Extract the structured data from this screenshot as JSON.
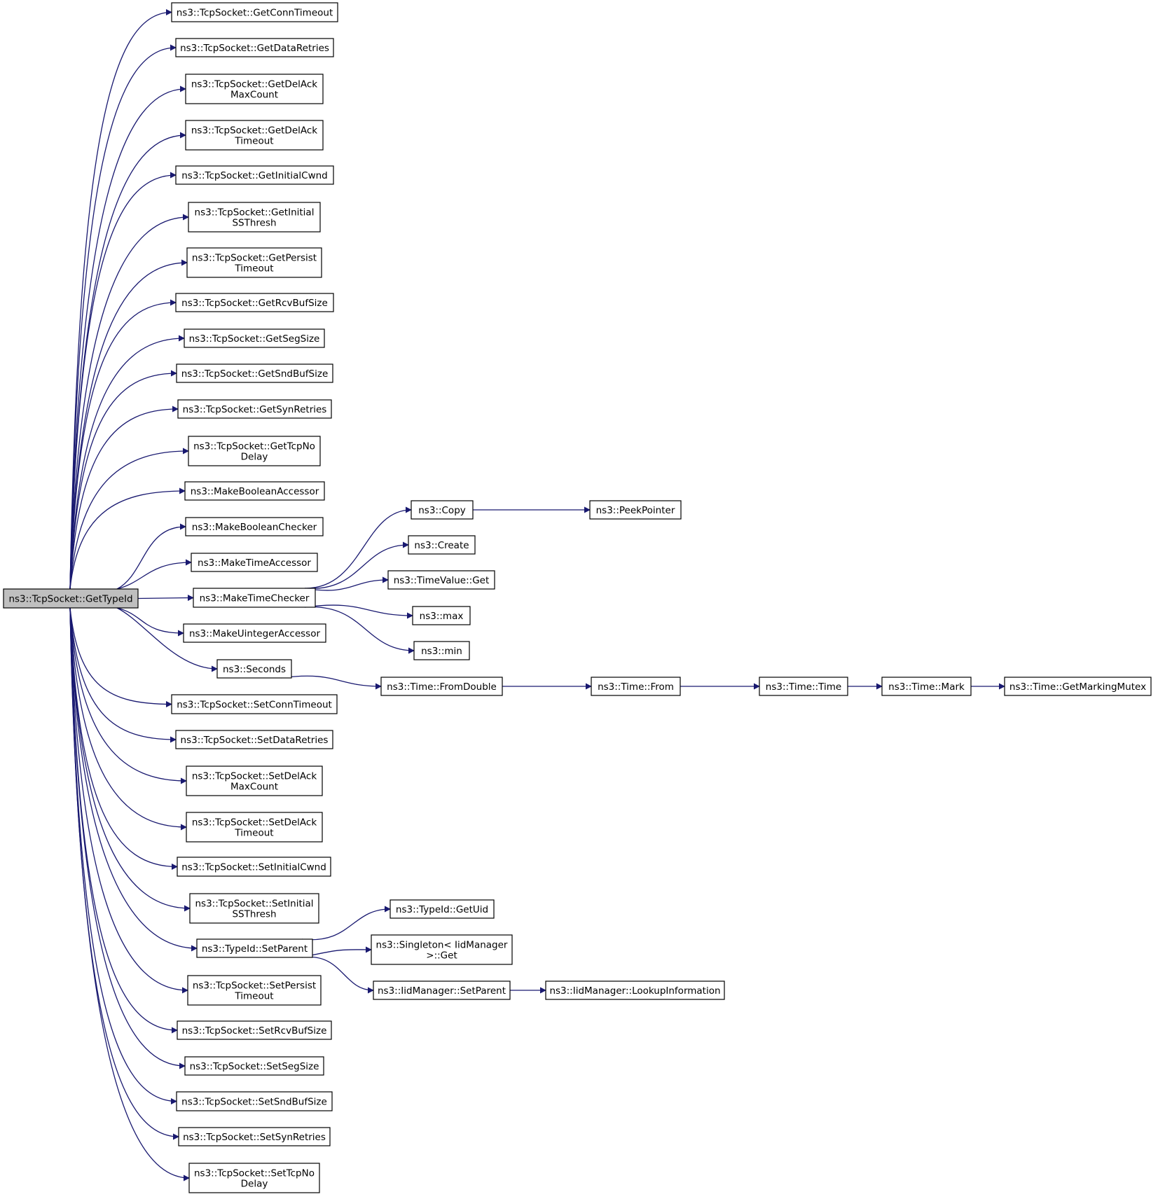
{
  "diagram": {
    "colors": {
      "edge": "#191970",
      "root_fill": "#bfbfbf",
      "node_fill": "#ffffff",
      "node_border": "#000000"
    },
    "nodes": [
      {
        "id": "root",
        "lines": [
          "ns3::TcpSocket::GetTypeId"
        ],
        "root": true
      },
      {
        "id": "n1",
        "lines": [
          "ns3::TcpSocket::GetConnTimeout"
        ]
      },
      {
        "id": "n2",
        "lines": [
          "ns3::TcpSocket::GetDataRetries"
        ]
      },
      {
        "id": "n3",
        "lines": [
          "ns3::TcpSocket::GetDelAck",
          "MaxCount"
        ]
      },
      {
        "id": "n4",
        "lines": [
          "ns3::TcpSocket::GetDelAck",
          "Timeout"
        ]
      },
      {
        "id": "n5",
        "lines": [
          "ns3::TcpSocket::GetInitialCwnd"
        ]
      },
      {
        "id": "n6",
        "lines": [
          "ns3::TcpSocket::GetInitial",
          "SSThresh"
        ]
      },
      {
        "id": "n7",
        "lines": [
          "ns3::TcpSocket::GetPersist",
          "Timeout"
        ]
      },
      {
        "id": "n8",
        "lines": [
          "ns3::TcpSocket::GetRcvBufSize"
        ]
      },
      {
        "id": "n9",
        "lines": [
          "ns3::TcpSocket::GetSegSize"
        ]
      },
      {
        "id": "n10",
        "lines": [
          "ns3::TcpSocket::GetSndBufSize"
        ]
      },
      {
        "id": "n11",
        "lines": [
          "ns3::TcpSocket::GetSynRetries"
        ]
      },
      {
        "id": "n12",
        "lines": [
          "ns3::TcpSocket::GetTcpNo",
          "Delay"
        ]
      },
      {
        "id": "n13",
        "lines": [
          "ns3::MakeBooleanAccessor"
        ]
      },
      {
        "id": "n14",
        "lines": [
          "ns3::MakeBooleanChecker"
        ]
      },
      {
        "id": "n15",
        "lines": [
          "ns3::MakeTimeAccessor"
        ]
      },
      {
        "id": "n16",
        "lines": [
          "ns3::MakeTimeChecker"
        ]
      },
      {
        "id": "n17",
        "lines": [
          "ns3::MakeUintegerAccessor"
        ]
      },
      {
        "id": "n18",
        "lines": [
          "ns3::Seconds"
        ]
      },
      {
        "id": "n19",
        "lines": [
          "ns3::TcpSocket::SetConnTimeout"
        ]
      },
      {
        "id": "n20",
        "lines": [
          "ns3::TcpSocket::SetDataRetries"
        ]
      },
      {
        "id": "n21",
        "lines": [
          "ns3::TcpSocket::SetDelAck",
          "MaxCount"
        ]
      },
      {
        "id": "n22",
        "lines": [
          "ns3::TcpSocket::SetDelAck",
          "Timeout"
        ]
      },
      {
        "id": "n23",
        "lines": [
          "ns3::TcpSocket::SetInitialCwnd"
        ]
      },
      {
        "id": "n24",
        "lines": [
          "ns3::TcpSocket::SetInitial",
          "SSThresh"
        ]
      },
      {
        "id": "n25",
        "lines": [
          "ns3::TypeId::SetParent"
        ]
      },
      {
        "id": "n26",
        "lines": [
          "ns3::TcpSocket::SetPersist",
          "Timeout"
        ]
      },
      {
        "id": "n27",
        "lines": [
          "ns3::TcpSocket::SetRcvBufSize"
        ]
      },
      {
        "id": "n28",
        "lines": [
          "ns3::TcpSocket::SetSegSize"
        ]
      },
      {
        "id": "n29",
        "lines": [
          "ns3::TcpSocket::SetSndBufSize"
        ]
      },
      {
        "id": "n30",
        "lines": [
          "ns3::TcpSocket::SetSynRetries"
        ]
      },
      {
        "id": "n31",
        "lines": [
          "ns3::TcpSocket::SetTcpNo",
          "Delay"
        ]
      },
      {
        "id": "c1",
        "lines": [
          "ns3::Copy"
        ]
      },
      {
        "id": "c2",
        "lines": [
          "ns3::PeekPointer"
        ]
      },
      {
        "id": "c3",
        "lines": [
          "ns3::Create"
        ]
      },
      {
        "id": "c4",
        "lines": [
          "ns3::TimeValue::Get"
        ]
      },
      {
        "id": "c5",
        "lines": [
          "ns3::max"
        ]
      },
      {
        "id": "c6",
        "lines": [
          "ns3::min"
        ]
      },
      {
        "id": "s1",
        "lines": [
          "ns3::Time::FromDouble"
        ]
      },
      {
        "id": "s2",
        "lines": [
          "ns3::Time::From"
        ]
      },
      {
        "id": "s3",
        "lines": [
          "ns3::Time::Time"
        ]
      },
      {
        "id": "s4",
        "lines": [
          "ns3::Time::Mark"
        ]
      },
      {
        "id": "s5",
        "lines": [
          "ns3::Time::GetMarkingMutex"
        ]
      },
      {
        "id": "p1",
        "lines": [
          "ns3::TypeId::GetUid"
        ]
      },
      {
        "id": "p2",
        "lines": [
          "ns3::Singleton< IidManager",
          " >::Get"
        ]
      },
      {
        "id": "p3",
        "lines": [
          "ns3::IidManager::SetParent"
        ]
      },
      {
        "id": "p4",
        "lines": [
          "ns3::IidManager::LookupInformation"
        ]
      }
    ],
    "edges": [
      [
        "root",
        "n1"
      ],
      [
        "root",
        "n2"
      ],
      [
        "root",
        "n3"
      ],
      [
        "root",
        "n4"
      ],
      [
        "root",
        "n5"
      ],
      [
        "root",
        "n6"
      ],
      [
        "root",
        "n7"
      ],
      [
        "root",
        "n8"
      ],
      [
        "root",
        "n9"
      ],
      [
        "root",
        "n10"
      ],
      [
        "root",
        "n11"
      ],
      [
        "root",
        "n12"
      ],
      [
        "root",
        "n13"
      ],
      [
        "root",
        "n14"
      ],
      [
        "root",
        "n15"
      ],
      [
        "root",
        "n16"
      ],
      [
        "root",
        "n17"
      ],
      [
        "root",
        "n18"
      ],
      [
        "root",
        "n19"
      ],
      [
        "root",
        "n20"
      ],
      [
        "root",
        "n21"
      ],
      [
        "root",
        "n22"
      ],
      [
        "root",
        "n23"
      ],
      [
        "root",
        "n24"
      ],
      [
        "root",
        "n25"
      ],
      [
        "root",
        "n26"
      ],
      [
        "root",
        "n27"
      ],
      [
        "root",
        "n28"
      ],
      [
        "root",
        "n29"
      ],
      [
        "root",
        "n30"
      ],
      [
        "root",
        "n31"
      ],
      [
        "n16",
        "c1"
      ],
      [
        "c1",
        "c2"
      ],
      [
        "n16",
        "c3"
      ],
      [
        "n16",
        "c4"
      ],
      [
        "n16",
        "c5"
      ],
      [
        "n16",
        "c6"
      ],
      [
        "n18",
        "s1"
      ],
      [
        "s1",
        "s2"
      ],
      [
        "s2",
        "s3"
      ],
      [
        "s3",
        "s4"
      ],
      [
        "s4",
        "s5"
      ],
      [
        "n25",
        "p1"
      ],
      [
        "n25",
        "p2"
      ],
      [
        "n25",
        "p3"
      ],
      [
        "p3",
        "p4"
      ]
    ]
  }
}
